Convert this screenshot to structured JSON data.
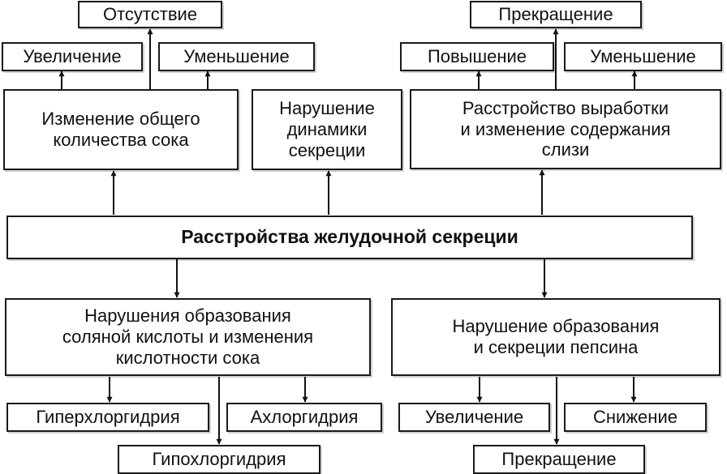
{
  "diagram": {
    "root": "Расстройства желудочной секреции",
    "juice_volume": {
      "label": "Изменение общего\nколичества сока",
      "increase": "Увеличение",
      "decrease": "Уменьшение",
      "absence": "Отсутствие"
    },
    "dynamics": {
      "label": "Нарушение\nдинамики\nсекреции"
    },
    "mucus": {
      "label": "Расстройство выработки\nи изменение содержания\nслизи",
      "increase": "Повышение",
      "decrease": "Уменьшение",
      "cessation": "Прекращение"
    },
    "acid": {
      "label": "Нарушения образования\nсоляной кислоты и изменения\nкислотности сока",
      "hyper": "Гиперхлоргидрия",
      "hypo": "Гипохлоргидрия",
      "achlor": "Ахлоргидрия"
    },
    "pepsin": {
      "label": "Нарушение образования\nи секреции пепсина",
      "increase": "Увеличение",
      "decrease": "Снижение",
      "cessation": "Прекращение"
    }
  }
}
